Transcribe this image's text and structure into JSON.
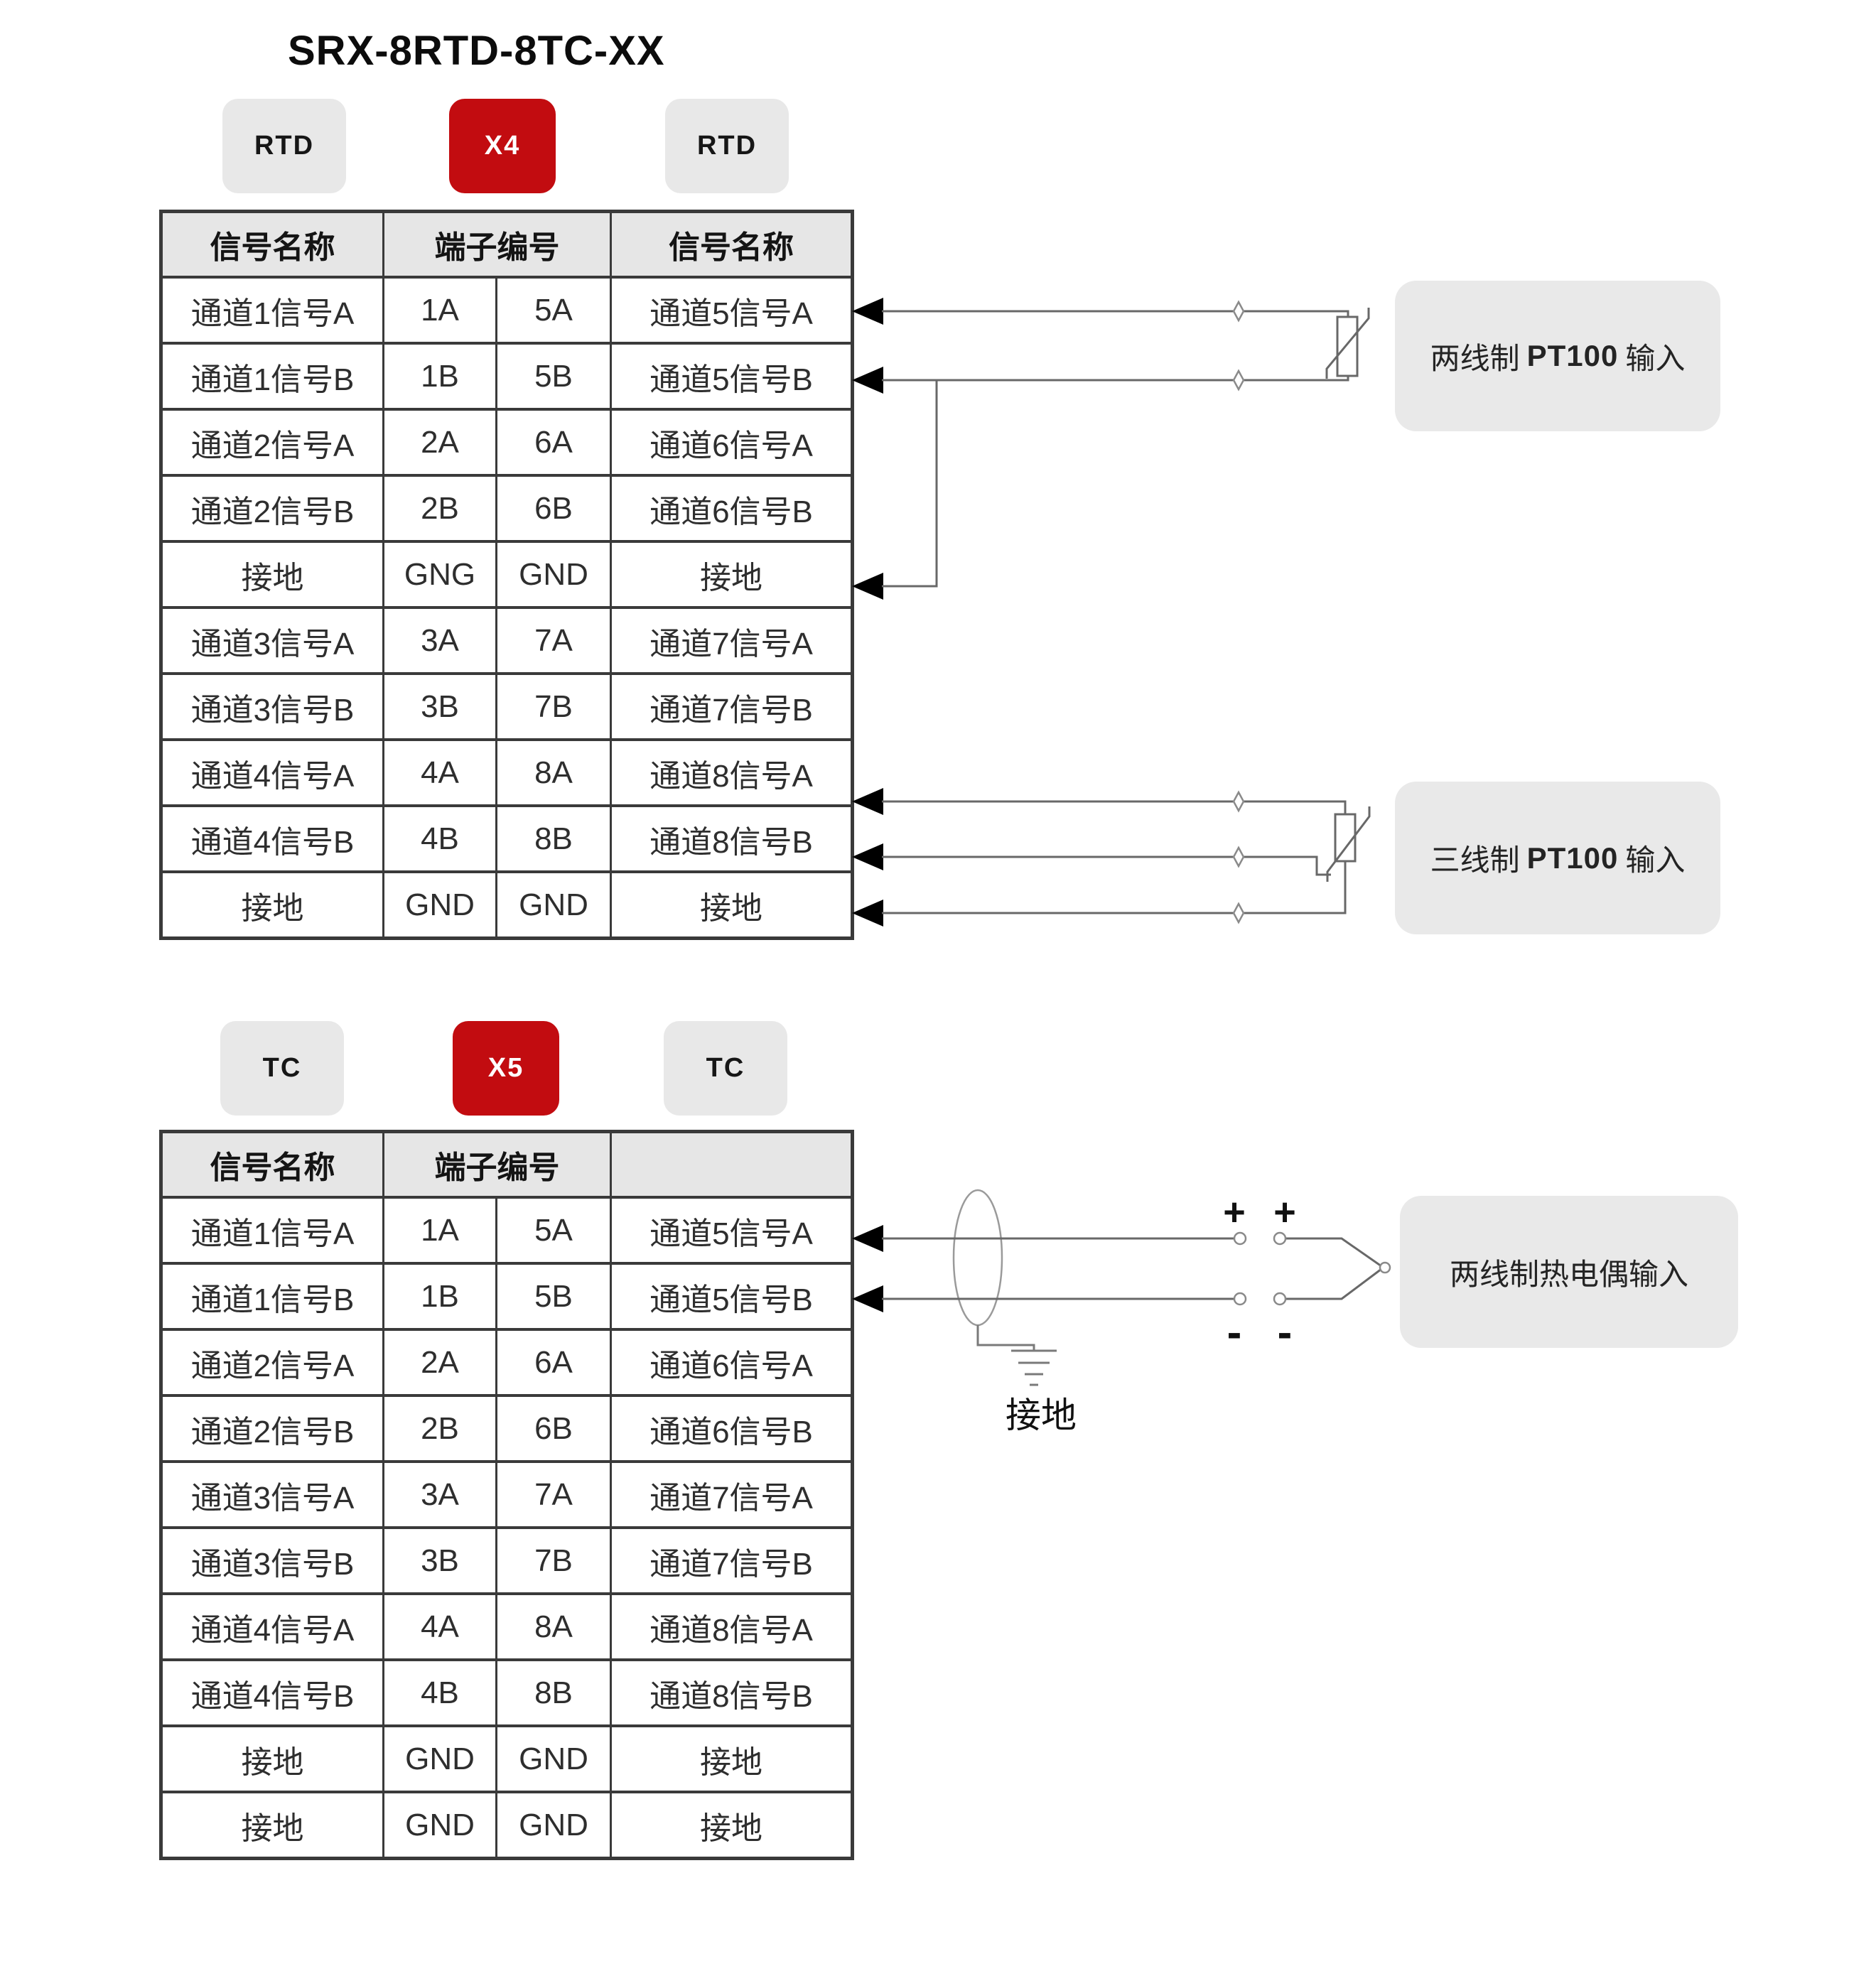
{
  "title": "SRX-8RTD-8TC-XX",
  "rtd_section": {
    "left_chip": "RTD",
    "connector_chip": "X4",
    "right_chip": "RTD",
    "table": {
      "header_signal_left": "信号名称",
      "header_terminal": "端子编号",
      "header_signal_right": "信号名称",
      "rows": [
        [
          "通道1信号A",
          "1A",
          "5A",
          "通道5信号A"
        ],
        [
          "通道1信号B",
          "1B",
          "5B",
          "通道5信号B"
        ],
        [
          "通道2信号A",
          "2A",
          "6A",
          "通道6信号A"
        ],
        [
          "通道2信号B",
          "2B",
          "6B",
          "通道6信号B"
        ],
        [
          "接地",
          "GNG",
          "GND",
          "接地"
        ],
        [
          "通道3信号A",
          "3A",
          "7A",
          "通道7信号A"
        ],
        [
          "通道3信号B",
          "3B",
          "7B",
          "通道7信号B"
        ],
        [
          "通道4信号A",
          "4A",
          "8A",
          "通道8信号A"
        ],
        [
          "通道4信号B",
          "4B",
          "8B",
          "通道8信号B"
        ],
        [
          "接地",
          "GND",
          "GND",
          "接地"
        ]
      ]
    }
  },
  "tc_section": {
    "left_chip": "TC",
    "connector_chip": "X5",
    "right_chip": "TC",
    "table": {
      "header_signal_left": "信号名称",
      "header_terminal": "端子编号",
      "header_signal_right": "",
      "rows": [
        [
          "通道1信号A",
          "1A",
          "5A",
          "通道5信号A"
        ],
        [
          "通道1信号B",
          "1B",
          "5B",
          "通道5信号B"
        ],
        [
          "通道2信号A",
          "2A",
          "6A",
          "通道6信号A"
        ],
        [
          "通道2信号B",
          "2B",
          "6B",
          "通道6信号B"
        ],
        [
          "通道3信号A",
          "3A",
          "7A",
          "通道7信号A"
        ],
        [
          "通道3信号B",
          "3B",
          "7B",
          "通道7信号B"
        ],
        [
          "通道4信号A",
          "4A",
          "8A",
          "通道8信号A"
        ],
        [
          "通道4信号B",
          "4B",
          "8B",
          "通道8信号B"
        ],
        [
          "接地",
          "GND",
          "GND",
          "接地"
        ],
        [
          "接地",
          "GND",
          "GND",
          "接地"
        ]
      ]
    }
  },
  "diagrams": {
    "two_wire_pt100": {
      "prefix": "两线制",
      "bold": "PT100",
      "suffix": "输入"
    },
    "three_wire_pt100": {
      "prefix": "三线制",
      "bold": "PT100",
      "suffix": "输入"
    },
    "two_wire_tc_label": "两线制热电偶输入",
    "ground_label": "接地",
    "plus_symbol": "+",
    "minus_symbol": "-"
  },
  "colors": {
    "accent_red": "#c20c10",
    "chip_gray": "#e8e8e8",
    "header_gray": "#e6e6e6",
    "label_box_gray": "#e9e9e9",
    "wire_gray": "#686868",
    "table_border": "#3a3a3a"
  }
}
